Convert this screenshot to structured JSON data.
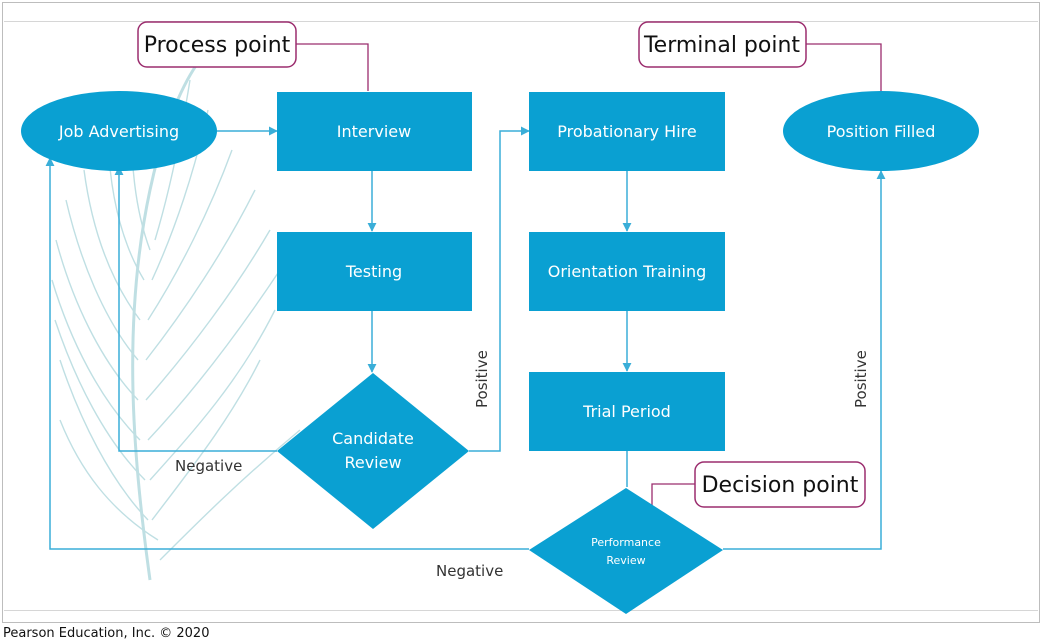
{
  "colors": {
    "node_fill": "#0aa0d2",
    "edge": "#3aaed8",
    "callout_border": "#9b2d6e",
    "feather": "#b9dce0"
  },
  "nodes": {
    "job_advertising": "Job Advertising",
    "interview": "Interview",
    "testing": "Testing",
    "candidate_review_line1": "Candidate",
    "candidate_review_line2": "Review",
    "probationary_hire": "Probationary Hire",
    "orientation_training": "Orientation Training",
    "trial_period": "Trial Period",
    "performance_review_line1": "Performance",
    "performance_review_line2": "Review",
    "position_filled": "Position Filled"
  },
  "edge_labels": {
    "negative_candidate": "Negative",
    "positive_candidate": "Positive",
    "negative_performance": "Negative",
    "positive_performance": "Positive"
  },
  "callouts": {
    "process_point": "Process point",
    "terminal_point": "Terminal point",
    "decision_point": "Decision point"
  },
  "footer": {
    "credit": "Pearson Education, Inc. © 2020"
  }
}
